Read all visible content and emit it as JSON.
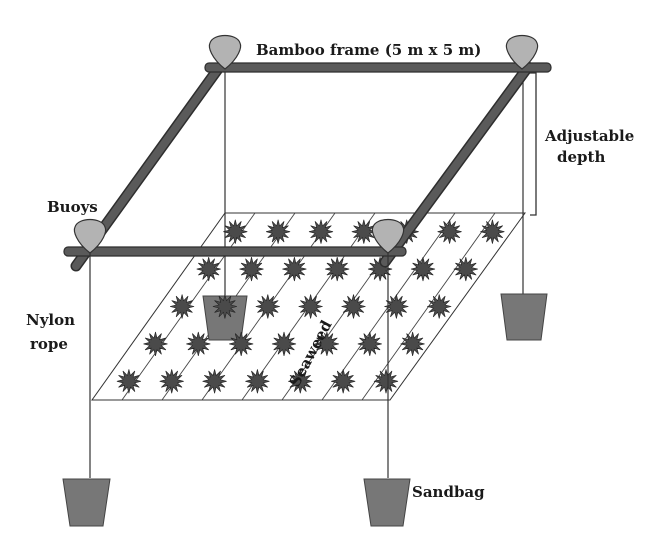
{
  "labels": {
    "frame": "Bamboo frame (5 m x 5 m)",
    "depth_line1": "Adjustable",
    "depth_line2": "depth",
    "buoys": "Buoys",
    "rope_line1": "Nylon",
    "rope_line2": "rope",
    "seaweed": "Seaweed",
    "sandbag": "Sandbag"
  },
  "colors": {
    "bamboo": "#5a5a5a",
    "bamboo_edge": "#2e2e2e",
    "buoy": "#b3b3b3",
    "sandbag": "#777777",
    "seaweed": "#4a4a4a",
    "line": "#333333"
  }
}
